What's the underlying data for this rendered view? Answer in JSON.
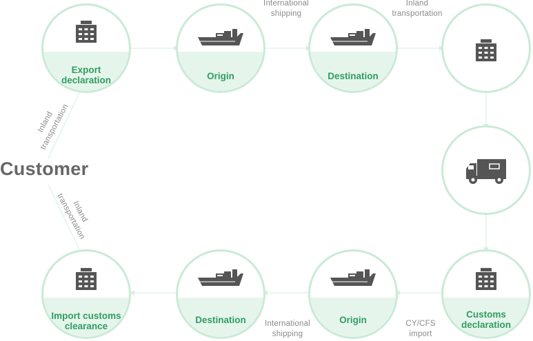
{
  "customer": "Customer",
  "nodes": {
    "export_declaration": "Export declaration",
    "origin_top": "Origin",
    "destination_top": "Destination",
    "destination_bottom": "Destination",
    "origin_bottom": "Origin",
    "import_customs_clearance": "Import customs clearance",
    "customs_declaration": "Customs declaration"
  },
  "edges": {
    "international_shipping_top_1": "International",
    "international_shipping_top_2": "shipping",
    "inland_transport_top_1": "Inland",
    "inland_transport_top_2": "transportation",
    "inland_transport_left_up_1": "Inland",
    "inland_transport_left_up_2": "transportation",
    "inland_transport_left_down_1": "Inland",
    "inland_transport_left_down_2": "transportation",
    "international_shipping_bottom_1": "International",
    "international_shipping_bottom_2": "shipping",
    "cy_cfs_1": "CY/CFS",
    "cy_cfs_2": "import"
  },
  "colors": {
    "ring": "#c9ead7",
    "band": "#e6f5ec",
    "label": "#2f9d62",
    "icon": "#555555",
    "edge_text": "#8a8a8a"
  },
  "icons": {
    "building": "building-icon",
    "ship": "ship-icon",
    "truck": "truck-icon"
  }
}
